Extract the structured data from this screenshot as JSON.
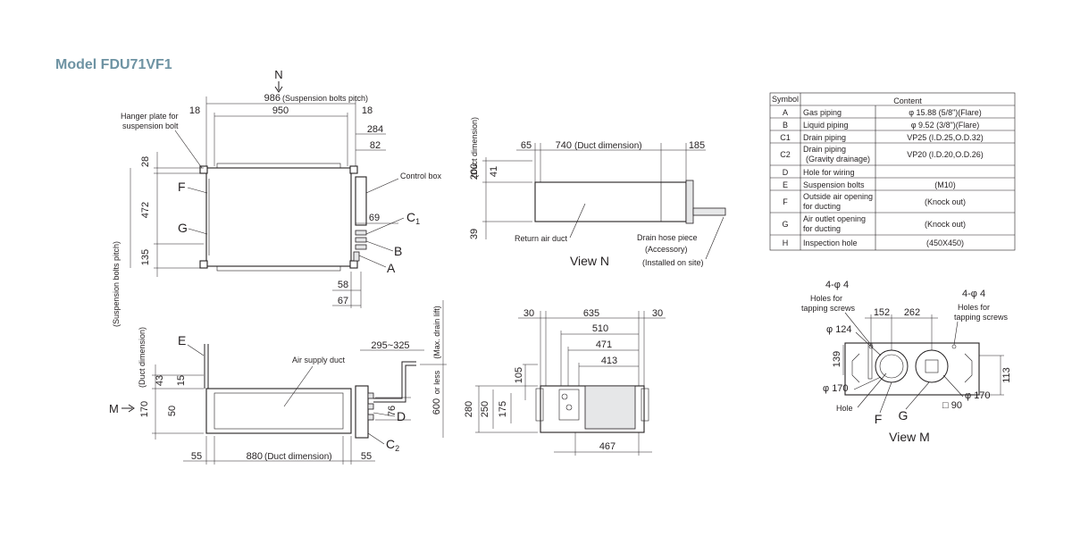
{
  "title": "Model FDU71VF1",
  "table": {
    "header_symbol": "Symbol",
    "header_content": "Content",
    "rows": [
      {
        "symbol": "A",
        "desc": "Gas piping",
        "content": "φ 15.88  (5/8\")(Flare)"
      },
      {
        "symbol": "B",
        "desc": "Liquid piping",
        "content": "φ 9.52  (3/8\")(Flare)"
      },
      {
        "symbol": "C1",
        "desc": "Drain piping",
        "content": "VP25  (I.D.25,O.D.32)"
      },
      {
        "symbol": "C2",
        "desc": "Drain piping",
        "desc2": "(Gravity drainage)",
        "content": "VP20  (I.D.20,O.D.26)"
      },
      {
        "symbol": "D",
        "desc": "Hole for wiring",
        "content": ""
      },
      {
        "symbol": "E",
        "desc": "Suspension bolts",
        "content": "(M10)"
      },
      {
        "symbol": "F",
        "desc": "Outside air opening",
        "desc2": "for ducting",
        "content": "(Knock out)"
      },
      {
        "symbol": "G",
        "desc": "Air outlet opening",
        "desc2": "for ducting",
        "content": "(Knock out)"
      },
      {
        "symbol": "H",
        "desc": "Inspection hole",
        "content": "(450X450)"
      }
    ]
  },
  "top_view": {
    "n_label": "N",
    "pitch_986": "986",
    "pitch_986_note": "(Suspension bolts pitch)",
    "d18a": "18",
    "d950": "950",
    "d18b": "18",
    "d284": "284",
    "d82": "82",
    "d28": "28",
    "d472": "472",
    "d135": "135",
    "pitch_vert_note": "(Suspension bolts pitch)",
    "d69": "69",
    "d58": "58",
    "d67": "67",
    "hanger_1": "Hanger plate for",
    "hanger_2": "suspension bolt",
    "control_box": "Control box",
    "lbl_f": "F",
    "lbl_g": "G",
    "lbl_c": "C",
    "lbl_c_sub": "1",
    "lbl_b": "B",
    "lbl_a": "A"
  },
  "view_n": {
    "duct_dim_note": "(Duct dimension)",
    "d65": "65",
    "d740": "740",
    "d740_note": "(Duct dimension)",
    "d185": "185",
    "d200": "200",
    "d41": "41",
    "d39": "39",
    "return_air": "Return air duct",
    "drain_1": "Drain hose piece",
    "drain_2": "(Accessory)",
    "drain_3": "(Installed on site)",
    "caption": "View N"
  },
  "front_view": {
    "lbl_e": "E",
    "duct_dim_note": "(Duct dimension)",
    "d43": "43",
    "d15": "15",
    "d170": "170",
    "d50": "50",
    "m_label": "M",
    "air_supply": "Air supply duct",
    "d295": "295~325",
    "max_drain": "(Max. drain lift)",
    "d600": "600",
    "or_less": "or less",
    "d76": "76",
    "lbl_d": "D",
    "lbl_c": "C",
    "lbl_c_sub": "2",
    "d55a": "55",
    "d880": "880",
    "d880_note": "(Duct dimension)",
    "d55b": "55"
  },
  "side_view": {
    "d30a": "30",
    "d635": "635",
    "d30b": "30",
    "d510": "510",
    "d471": "471",
    "d413": "413",
    "d105": "105",
    "d280": "280",
    "d250": "250",
    "d175": "175",
    "d467": "467"
  },
  "view_m": {
    "holes_l_1": "4-φ 4",
    "holes_l_2": "Holes for",
    "holes_l_3": "tapping screws",
    "holes_r_1": "4-φ 4",
    "holes_r_2": "Holes for",
    "holes_r_3": "tapping screws",
    "d152": "152",
    "d262": "262",
    "d124": "φ 124",
    "d139": "139",
    "d113": "113",
    "d170a": "φ 170",
    "d170b": "φ 170",
    "hole": "Hole",
    "sq90": "□ 90",
    "lbl_f": "F",
    "lbl_g": "G",
    "caption": "View M"
  }
}
